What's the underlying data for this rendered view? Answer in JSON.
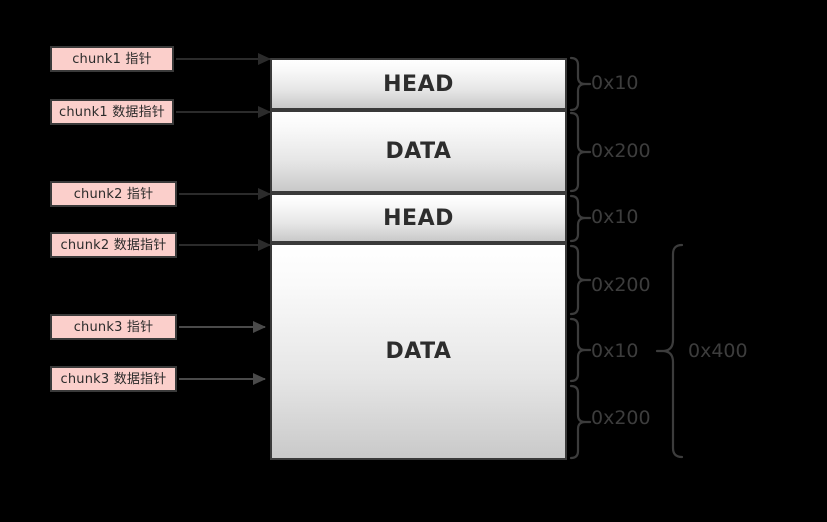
{
  "diagram": {
    "title": "heap chunk memory layout",
    "background_color": "#000000",
    "label_fill_color": "#fbcfcb",
    "label_border_color": "#3a3a3a",
    "block_border_color": "#3a3a3a",
    "brace_color": "#3c3c3c",
    "size_text_color": "#3d3d3d"
  },
  "pointers": [
    {
      "id": "chunk1-pointer",
      "label": "chunk1 指针",
      "arrow_style": "dark"
    },
    {
      "id": "chunk1-data-pointer",
      "label": "chunk1 数据指针",
      "arrow_style": "dark"
    },
    {
      "id": "chunk2-pointer",
      "label": "chunk2 指针",
      "arrow_style": "dark"
    },
    {
      "id": "chunk2-data-pointer",
      "label": "chunk2 数据指针",
      "arrow_style": "dark"
    },
    {
      "id": "chunk3-pointer",
      "label": "chunk3 指针",
      "arrow_style": "gray"
    },
    {
      "id": "chunk3-data-pointer",
      "label": "chunk3 数据指针",
      "arrow_style": "gray"
    }
  ],
  "memory_blocks": [
    {
      "id": "block-head-1",
      "label": "HEAD"
    },
    {
      "id": "block-data-1",
      "label": "DATA"
    },
    {
      "id": "block-head-2",
      "label": "HEAD"
    },
    {
      "id": "block-data-2",
      "label": "DATA"
    }
  ],
  "size_annotations": [
    {
      "id": "size-head-1",
      "value": "0x10"
    },
    {
      "id": "size-data-1",
      "value": "0x200"
    },
    {
      "id": "size-head-2",
      "value": "0x10"
    },
    {
      "id": "size-data-2a",
      "value": "0x200"
    },
    {
      "id": "size-data-2b",
      "value": "0x10"
    },
    {
      "id": "size-data-2c",
      "value": "0x200"
    },
    {
      "id": "size-total",
      "value": "0x400"
    }
  ]
}
